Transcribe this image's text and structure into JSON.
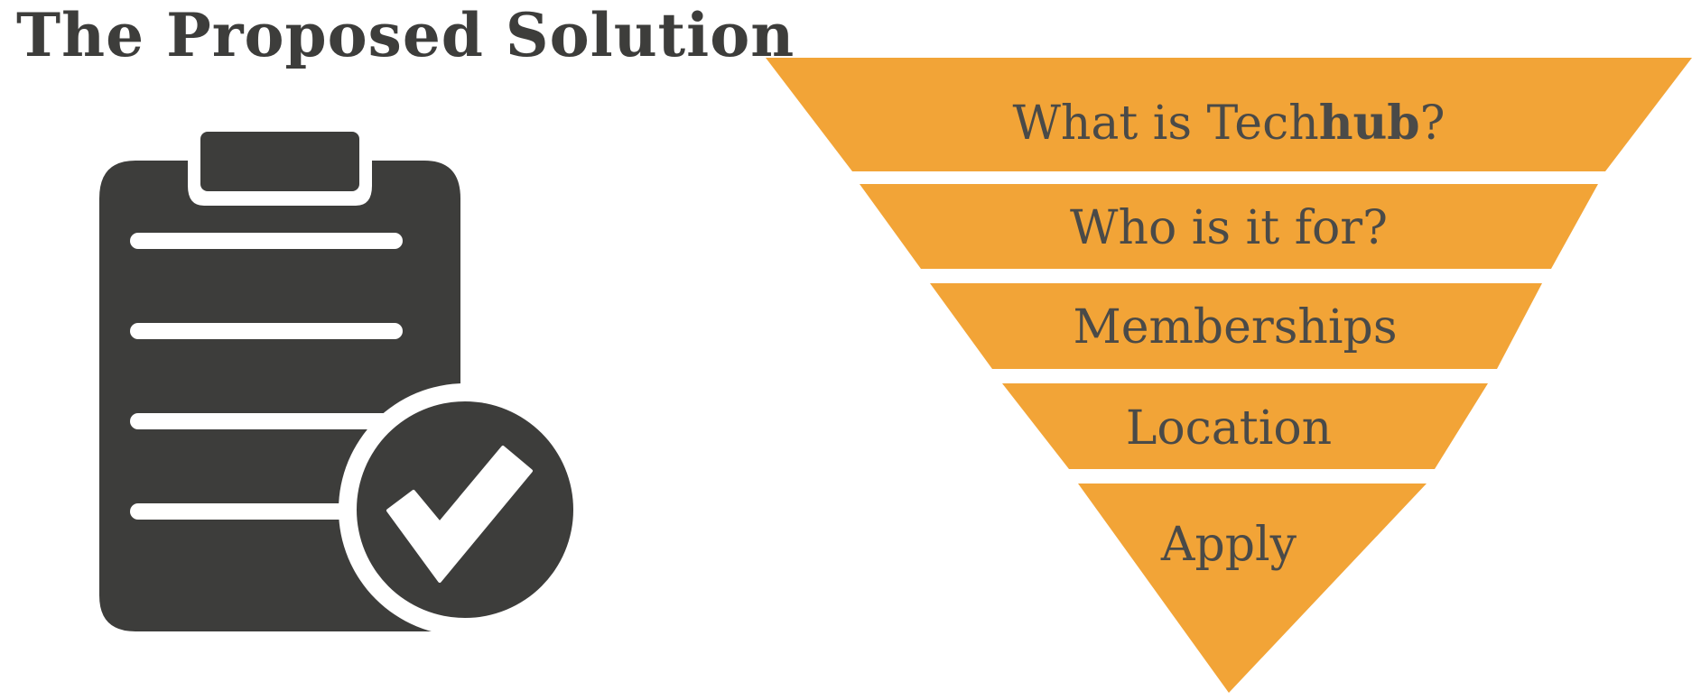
{
  "title": "The Proposed Solution",
  "colors": {
    "title": "#3d3d3b",
    "icon": "#3d3d3b",
    "funnel": "#f2a437",
    "label": "#4a4a48",
    "background": "#ffffff"
  },
  "icons": {
    "clipboard": "clipboard-icon",
    "check": "checkmark-circle-icon"
  },
  "funnel": {
    "levels": [
      {
        "label": "What is Tech",
        "label_bold": "hub",
        "label_suffix": "?"
      },
      {
        "label": "Who is it for?"
      },
      {
        "label": "Memberships"
      },
      {
        "label": "Location"
      },
      {
        "label": "Apply"
      }
    ]
  }
}
